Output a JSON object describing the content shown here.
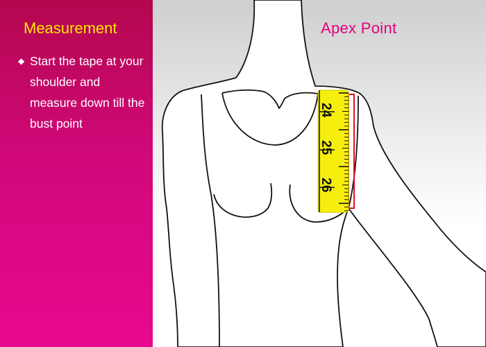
{
  "sidebar": {
    "title": "Measurement",
    "instruction": "Start the tape at your shoulder and measure down till the bust point",
    "bullet_icon": "diamond-bullet",
    "background_colors": [
      "#b3074e",
      "#e8088f"
    ],
    "title_color": "#ffe600"
  },
  "stage": {
    "title": "Apex Point",
    "title_color": "#e5007e",
    "tape": {
      "color": "#f6ef0e",
      "marker_color": "#e0121b",
      "labels": [
        "24",
        "25",
        "26"
      ]
    }
  }
}
